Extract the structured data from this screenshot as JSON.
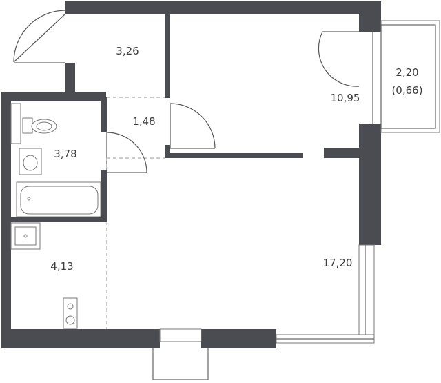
{
  "rooms": [
    {
      "id": "hall",
      "area": "3,26"
    },
    {
      "id": "corridor",
      "area": "1,48"
    },
    {
      "id": "bathroom",
      "area": "3,78"
    },
    {
      "id": "kitchen",
      "area": "4,13"
    },
    {
      "id": "bedroom",
      "area": "10,95"
    },
    {
      "id": "living",
      "area": "17,20"
    },
    {
      "id": "balcony",
      "area": "2,20",
      "area_reduced": "(0,66)"
    }
  ],
  "colors": {
    "wall": "#4a4c52",
    "line": "#666666",
    "label": "#3c3c3c"
  }
}
